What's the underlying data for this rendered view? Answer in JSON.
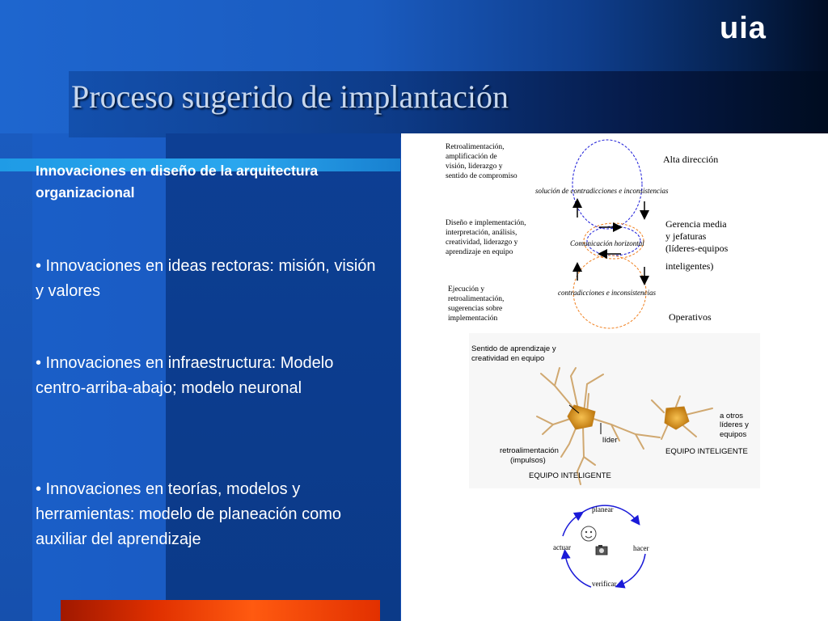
{
  "logo": "uia",
  "title": "Proceso sugerido de implantación",
  "subtitle": "Innovaciones en diseño de la arquitectura organizacional",
  "bullets": [
    "• Innovaciones en ideas rectoras: misión, visión y valores",
    "• Innovaciones en infraestructura: Modelo centro-arriba-abajo; modelo neuronal",
    "• Innovaciones en teorías, modelos y herramientas: modelo de planeación como auxiliar del aprendizaje"
  ],
  "diagram1": {
    "left_notes": [
      [
        "Retroalimentación,",
        "amplificación de",
        "visión, liderazgo y",
        "sentido de compromiso"
      ],
      [
        "Diseño e implementación,",
        "interpretación, análisis,",
        "creatividad, liderazgo y",
        "aprendizaje en equipo"
      ],
      [
        "Ejecución y",
        "retroalimentación,",
        "sugerencias sobre",
        "implementación"
      ]
    ],
    "levels": {
      "top": "Alta dirección",
      "middle": [
        "Gerencia media",
        "y jefaturas",
        "(líderes-equipos",
        "inteligentes)"
      ],
      "bottom": "Operativos"
    },
    "loop_labels": {
      "top": "solución de contradicciones e inconsistencias",
      "middle": "Comunicación horizontal",
      "bottom": "contradicciones e inconsistencias"
    }
  },
  "diagram2": {
    "heading": [
      "Sentido de aprendizaje y",
      "creatividad en equipo"
    ],
    "leader": "líder",
    "feedback": [
      "retroalimentación",
      "(impulsos)"
    ],
    "others": [
      "a otros",
      "líderes y",
      "equipos"
    ],
    "team_left": "EQUIPO INTELIGENTE",
    "team_right": "EQUIPO INTELIGENTE"
  },
  "diagram3": {
    "top": "planear",
    "right": "hacer",
    "bottom": "verificar",
    "left": "actuar"
  },
  "colors": {
    "title": "#c8d8ee",
    "accent_red": "#e03000",
    "accent_cyan": "#2aa6ee",
    "loop_blue": "#1a1ad8",
    "loop_orange": "#f08020",
    "neuron": "#e0a030"
  }
}
